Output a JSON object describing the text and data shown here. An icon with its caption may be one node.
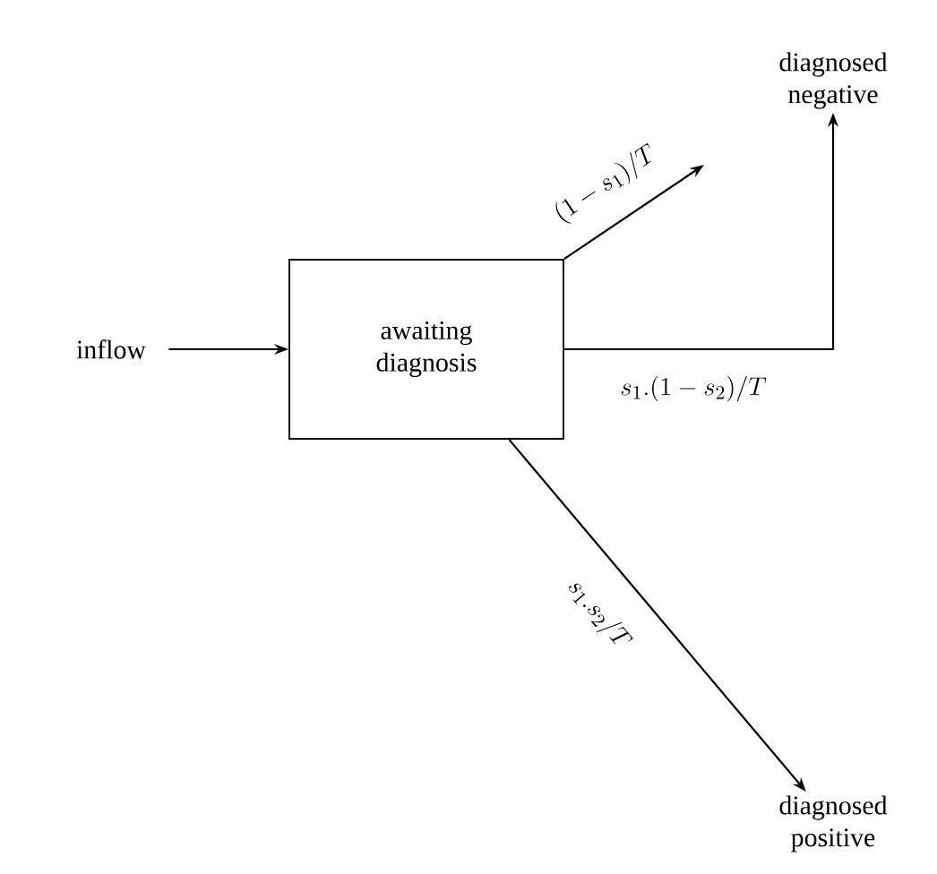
{
  "diagram": {
    "nodes": [
      {
        "text": [
          "inflow"
        ]
      },
      {
        "text": [
          "awaiting diagnosis"
        ]
      },
      {
        "text": [
          "diagnosed negative"
        ]
      },
      {
        "text": [
          "diagnosed positive"
        ]
      }
    ],
    "edges": [
      {
        "from": 0,
        "to": 1,
        "arrow": "to"
      },
      {
        "from": 1,
        "to": null,
        "arrow": "to",
        "label": "(1-s_1)/T"
      },
      {
        "from": 1,
        "to": 2,
        "arrow": "to",
        "label": "s_1.(1-s_2)/T"
      },
      {
        "from": 1,
        "to": 3,
        "arrow": "to",
        "label": "s_1.s_2/T"
      }
    ]
  }
}
